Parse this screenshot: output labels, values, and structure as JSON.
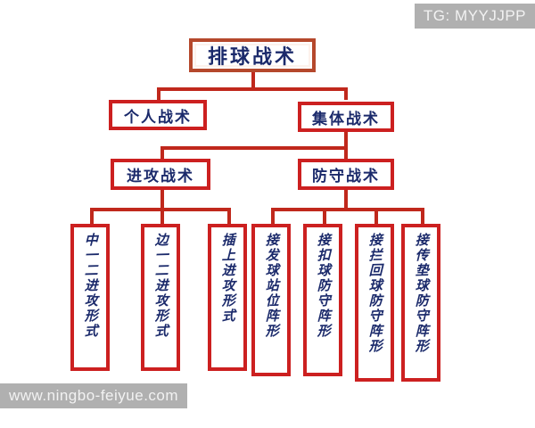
{
  "diagram": {
    "root": {
      "label": "排球战术"
    },
    "level2": [
      {
        "label": "个人战术"
      },
      {
        "label": "集体战术"
      }
    ],
    "level3": [
      {
        "label": "进攻战术"
      },
      {
        "label": "防守战术"
      }
    ],
    "attack_leaves": [
      {
        "label": "中一二进攻形式"
      },
      {
        "label": "边一二进攻形式"
      },
      {
        "label": "插上进攻形式"
      }
    ],
    "defense_leaves": [
      {
        "label": "接发球站位阵形"
      },
      {
        "label": "接扣球防守阵形"
      },
      {
        "label": "接拦回球防守阵形"
      },
      {
        "label": "接传垫球防守阵形"
      }
    ]
  },
  "watermarks": {
    "top_right": "TG: MYYJJPP",
    "bottom_left": "www.ningbo-feiyue.com"
  },
  "colors": {
    "box_border_red": "#cc2020",
    "root_border": "#b5482c",
    "connector": "#c0281c",
    "text_navy": "#1b2a6b",
    "watermark_bg": "#b0b0b0",
    "watermark_text": "#f2f2f2",
    "background": "#ffffff"
  }
}
